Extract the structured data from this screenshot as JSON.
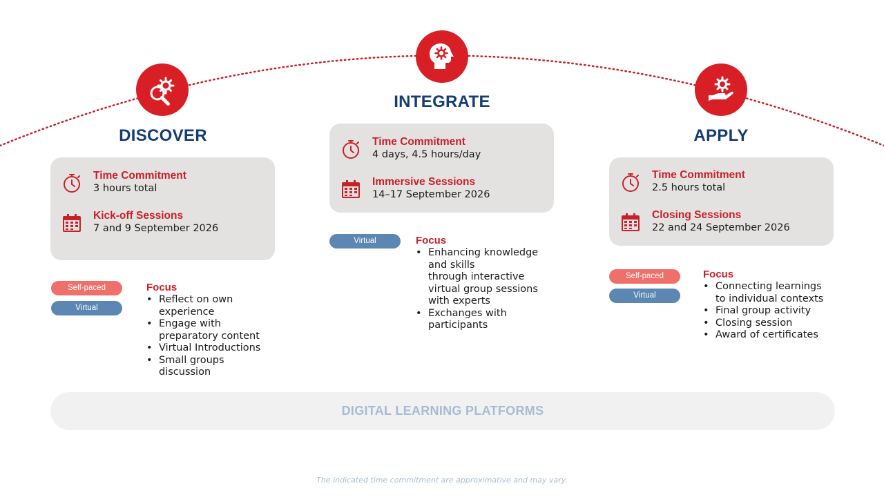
{
  "colors": {
    "accent_red": "#d91f26",
    "title_blue": "#133d73",
    "card_gray": "#e3e2e1",
    "self_paced": "#ef6f6a",
    "virtual": "#5b87b2"
  },
  "phases": [
    {
      "title": "DISCOVER",
      "icon": "gear-magnifier-icon",
      "rows": [
        {
          "icon": "stopwatch-icon",
          "label": "Time Commitment",
          "value": "3 hours total"
        },
        {
          "icon": "calendar-icon",
          "label": "Kick-off Sessions",
          "value": "7 and 9 September 2026"
        }
      ],
      "pills": [
        "Self-paced",
        "Virtual"
      ],
      "focus_title": "Focus",
      "focus_items": [
        "Reflect on own\nexperience",
        "Engage with\npreparatory content",
        "Virtual Introductions",
        "Small groups\ndiscussion"
      ]
    },
    {
      "title": "INTEGRATE",
      "icon": "head-gear-icon",
      "rows": [
        {
          "icon": "stopwatch-icon",
          "label": "Time Commitment",
          "value": "4 days, 4.5 hours/day"
        },
        {
          "icon": "calendar-icon",
          "label": "Immersive Sessions",
          "value": "14–17 September 2026"
        }
      ],
      "pills": [
        "Virtual"
      ],
      "focus_title": "Focus",
      "focus_items": [
        "Enhancing knowledge\nand skills\nthrough interactive\nvirtual group sessions\nwith experts",
        "Exchanges with\nparticipants"
      ]
    },
    {
      "title": "APPLY",
      "icon": "hand-gear-icon",
      "rows": [
        {
          "icon": "stopwatch-icon",
          "label": "Time Commitment",
          "value": "2.5 hours total"
        },
        {
          "icon": "calendar-icon",
          "label": "Closing Sessions",
          "value": "22 and 24 September 2026"
        }
      ],
      "pills": [
        "Self-paced",
        "Virtual"
      ],
      "focus_title": "Focus",
      "focus_items": [
        "Connecting learnings\nto individual contexts",
        "Final group activity",
        "Closing session",
        "Award of certificates"
      ]
    }
  ],
  "platform_label": "DIGITAL LEARNING PLATFORMS",
  "footnote": "The indicated time commitment are approximative and may vary."
}
